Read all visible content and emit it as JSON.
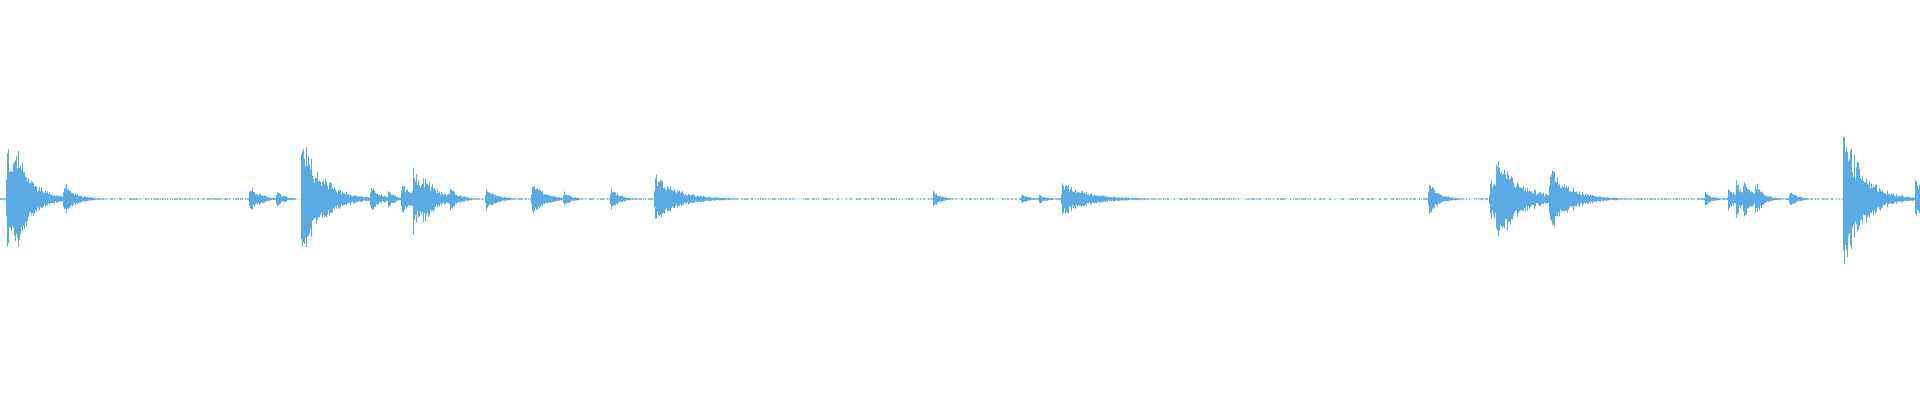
{
  "waveform": {
    "color": "#5aabe3",
    "background": "#ffffff",
    "bursts": [
      {
        "t": 0.0035,
        "amp": 0.3,
        "decay": 0.01
      },
      {
        "t": 0.0075,
        "amp": 0.35,
        "decay": 0.008
      },
      {
        "t": 0.013,
        "amp": 0.2,
        "decay": 0.006
      },
      {
        "t": 0.033,
        "amp": 0.1,
        "decay": 0.006
      },
      {
        "t": 0.13,
        "amp": 0.09,
        "decay": 0.005
      },
      {
        "t": 0.144,
        "amp": 0.05,
        "decay": 0.004
      },
      {
        "t": 0.157,
        "amp": 0.4,
        "decay": 0.008
      },
      {
        "t": 0.168,
        "amp": 0.13,
        "decay": 0.01
      },
      {
        "t": 0.193,
        "amp": 0.08,
        "decay": 0.005
      },
      {
        "t": 0.202,
        "amp": 0.05,
        "decay": 0.004
      },
      {
        "t": 0.209,
        "amp": 0.1,
        "decay": 0.005
      },
      {
        "t": 0.215,
        "amp": 0.18,
        "decay": 0.008
      },
      {
        "t": 0.22,
        "amp": 0.14,
        "decay": 0.008
      },
      {
        "t": 0.234,
        "amp": 0.07,
        "decay": 0.005
      },
      {
        "t": 0.253,
        "amp": 0.08,
        "decay": 0.005
      },
      {
        "t": 0.277,
        "amp": 0.12,
        "decay": 0.006
      },
      {
        "t": 0.2935,
        "amp": 0.05,
        "decay": 0.004
      },
      {
        "t": 0.318,
        "amp": 0.08,
        "decay": 0.004
      },
      {
        "t": 0.341,
        "amp": 0.14,
        "decay": 0.012
      },
      {
        "t": 0.486,
        "amp": 0.05,
        "decay": 0.004
      },
      {
        "t": 0.532,
        "amp": 0.03,
        "decay": 0.004
      },
      {
        "t": 0.541,
        "amp": 0.03,
        "decay": 0.004
      },
      {
        "t": 0.553,
        "amp": 0.1,
        "decay": 0.014
      },
      {
        "t": 0.744,
        "amp": 0.11,
        "decay": 0.005
      },
      {
        "t": 0.776,
        "amp": 0.14,
        "decay": 0.008
      },
      {
        "t": 0.779,
        "amp": 0.27,
        "decay": 0.012
      },
      {
        "t": 0.807,
        "amp": 0.21,
        "decay": 0.01
      },
      {
        "t": 0.888,
        "amp": 0.04,
        "decay": 0.004
      },
      {
        "t": 0.9,
        "amp": 0.08,
        "decay": 0.004
      },
      {
        "t": 0.904,
        "amp": 0.12,
        "decay": 0.004
      },
      {
        "t": 0.908,
        "amp": 0.13,
        "decay": 0.004
      },
      {
        "t": 0.914,
        "amp": 0.11,
        "decay": 0.004
      },
      {
        "t": 0.932,
        "amp": 0.05,
        "decay": 0.004
      },
      {
        "t": 0.96,
        "amp": 0.42,
        "decay": 0.01
      },
      {
        "t": 0.9975,
        "amp": 0.12,
        "decay": 0.004
      }
    ]
  }
}
